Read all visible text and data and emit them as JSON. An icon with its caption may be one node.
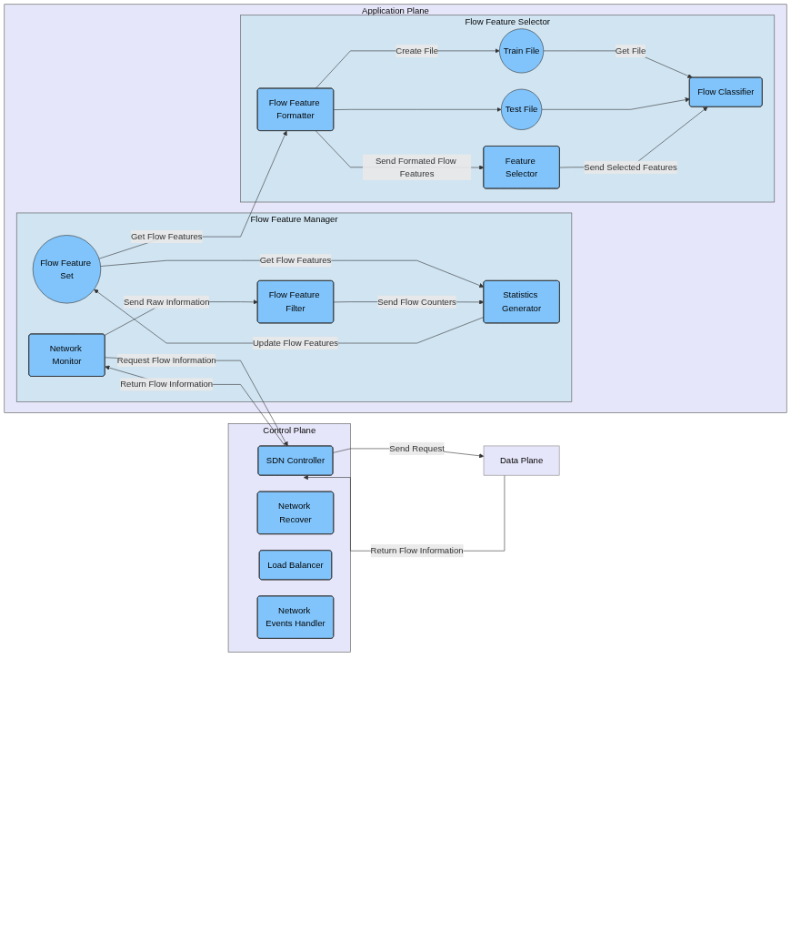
{
  "diagram": {
    "nodes": [
      {
        "text": [
          "Application Plane"
        ]
      },
      {
        "text": [
          "Flow Feature Selector"
        ],
        "in": 0
      },
      {
        "text": [
          "Flow Classifier"
        ],
        "in": 1
      },
      {
        "text": [
          "Train File"
        ],
        "in": 1
      },
      {
        "text": [
          "Test File"
        ],
        "in": 1
      },
      {
        "text": [
          "Flow Feature Formatter"
        ],
        "in": 1
      },
      {
        "text": [
          "Feature Selector"
        ],
        "in": 1
      },
      {
        "text": [
          "Flow Feature Manager"
        ],
        "in": 0
      },
      {
        "text": [
          "Flow Feature Set"
        ],
        "in": 7
      },
      {
        "text": [
          "Statistics Generator"
        ],
        "in": 7
      },
      {
        "text": [
          "Flow Feature Filter"
        ],
        "in": 7
      },
      {
        "text": [
          "Network Monitor"
        ],
        "in": 7
      },
      {
        "text": [
          "Control Plane"
        ]
      },
      {
        "text": [
          "Network Recover"
        ],
        "in": 12
      },
      {
        "text": [
          "Load Balancer"
        ],
        "in": 12
      },
      {
        "text": [
          "Network Events Handler"
        ],
        "in": 12
      },
      {
        "text": [
          "SDN Controller"
        ],
        "in": 12
      },
      {
        "text": [
          "Data Plane"
        ]
      }
    ],
    "edges": [
      {
        "from": 3,
        "to": 2,
        "arrow": "to",
        "label": "Get File"
      },
      {
        "from": 4,
        "to": 2,
        "arrow": "to"
      },
      {
        "from": 5,
        "to": 3,
        "arrow": "to",
        "label": "Create File"
      },
      {
        "from": 5,
        "to": 4,
        "arrow": "to"
      },
      {
        "from": 6,
        "to": 2,
        "arrow": "to",
        "label": "Send Selected Features"
      },
      {
        "from": 5,
        "to": 6,
        "arrow": "to",
        "label": "Send Formated Flow Features"
      },
      {
        "from": 8,
        "to": 5,
        "arrow": "to",
        "label": "Get Flow Features"
      },
      {
        "from": 9,
        "to": 8,
        "arrow": "to",
        "label": "Update Flow Features"
      },
      {
        "from": 8,
        "to": 9,
        "arrow": "to",
        "label": "Get Flow Features"
      },
      {
        "from": 10,
        "to": 9,
        "arrow": "to",
        "label": "Send Flow Counters"
      },
      {
        "from": 11,
        "to": 10,
        "arrow": "to",
        "label": "Send Raw Information"
      },
      {
        "from": 11,
        "to": 16,
        "arrow": "to",
        "label": "Request Flow Information"
      },
      {
        "from": 16,
        "to": 11,
        "arrow": "to",
        "label": "Return Flow Information"
      },
      {
        "from": 16,
        "to": 17,
        "arrow": "to",
        "label": "Send Request"
      },
      {
        "from": 17,
        "to": 16,
        "arrow": "to",
        "label": "Return Flow Information"
      }
    ]
  }
}
